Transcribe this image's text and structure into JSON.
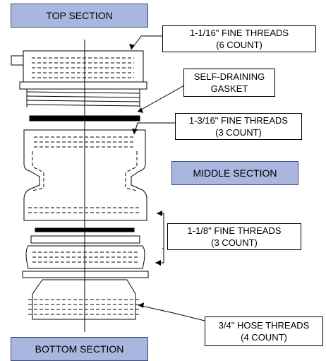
{
  "sections": {
    "top": "TOP SECTION",
    "middle": "MIDDLE SECTION",
    "bottom": "BOTTOM SECTION"
  },
  "callouts": {
    "top_threads": {
      "line1": "1-1/16\" FINE THREADS",
      "line2": "(6 COUNT)"
    },
    "gasket": {
      "line1": "SELF-DRAINING",
      "line2": "GASKET"
    },
    "middle_threads": {
      "line1": "1-3/16\" FINE THREADS",
      "line2": "(3 COUNT)"
    },
    "lower_threads": {
      "line1": "1-1/8\" FINE THREADS",
      "line2": "(3 COUNT)"
    },
    "hose_threads": {
      "line1": "3/4\" HOSE THREADS",
      "line2": "(4 COUNT)"
    }
  },
  "colors": {
    "section_tag_fill": "#a8b6e0",
    "line": "#000000"
  }
}
